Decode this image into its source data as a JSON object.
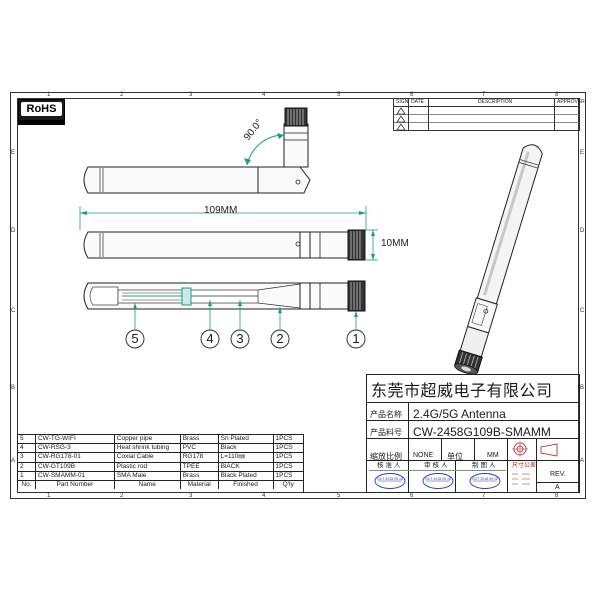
{
  "logo": {
    "text": "RoHS"
  },
  "border": {
    "columns": [
      "1",
      "2",
      "3",
      "4",
      "5",
      "6",
      "7",
      "8"
    ],
    "rows": [
      "E",
      "D",
      "C",
      "B",
      "A"
    ]
  },
  "revision": {
    "headers": [
      "SIGN",
      "DATE",
      "DESCRIPTION",
      "APPROVER"
    ]
  },
  "drawing": {
    "angle_label": "90.0°",
    "length_label": "109MM",
    "height_label": "10MM",
    "callouts": [
      "5",
      "4",
      "3",
      "2",
      "1"
    ]
  },
  "title_block": {
    "company": "东莞市超威电子有限公司",
    "product_name_label": "产品名称",
    "product_name": "2.4G/5G  Antenna",
    "part_no_label": "产品料号",
    "part_no": "CW-2458G109B-SMAMM",
    "scale_label": "缩放比例",
    "scale": "NONE",
    "unit_label": "单位",
    "unit": "MM",
    "reviewers": [
      "核准人",
      "审核人",
      "制图人"
    ],
    "rev_label": "REV.",
    "rev": "A",
    "tolerance_label": "尺寸公差",
    "stamp_text": "OCT 2018 09 18"
  },
  "bom": {
    "rows": [
      {
        "no": "5",
        "part": "CW-TG-WIFI",
        "name": "Copper pipe",
        "material": "Brass",
        "finished": "Sn Plated",
        "qty": "1PCS"
      },
      {
        "no": "4",
        "part": "CW-RSG-3",
        "name": "Heat shrink tubing",
        "material": "PVC",
        "finished": "Black",
        "qty": "1PCS"
      },
      {
        "no": "3",
        "part": "CW-RG178-01",
        "name": "Coxial Cable",
        "material": "RG178",
        "finished": "L=110㎜",
        "qty": "1PCS"
      },
      {
        "no": "2",
        "part": "CW-GT109B",
        "name": "Plastic rod",
        "material": "TPEE",
        "finished": "BlACK",
        "qty": "1PCS"
      },
      {
        "no": "1",
        "part": "CW-SMAMM-01",
        "name": "SMA Male",
        "material": "Brass",
        "finished": "Black  Plated",
        "qty": "1PCS"
      }
    ],
    "headers": {
      "no": "No.",
      "part": "Part Number",
      "name": "Name",
      "material": "Material",
      "finished": "Finished",
      "qty": "Q'ty"
    }
  }
}
